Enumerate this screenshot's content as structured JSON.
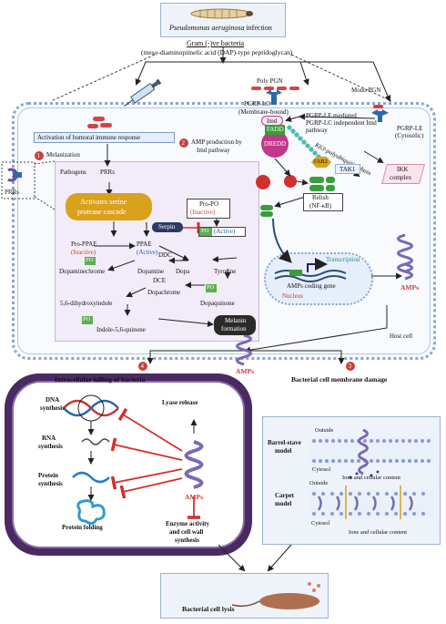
{
  "header": {
    "infection_pre": "Pseudomonas aeruginosa",
    "infection_post": " infection",
    "gram": "Gram (-)ve bacteria",
    "dap": "(meso-diaminopimelic acid (DAP)-type peptidoglycan)"
  },
  "top_labels": {
    "poly_pgn": "Poly PGN",
    "mono_pgn": "Mono PGN",
    "pgrp_lc": "PGRP-LC",
    "membrane_bound": "(Membrane-bound)",
    "imd": "Imd",
    "pgrp_le_mediated_1": "PGRP-LE mediated",
    "pgrp_le_mediated_2": "PGRP-LC independent Imd",
    "pgrp_le_mediated_3": "pathway",
    "pgrp_le": "PGRP-LE",
    "cytosolic": "(Cytosolic)",
    "fadd": "FADD",
    "dredd": "DREDD",
    "k63": "K63-polyubiquitin chain",
    "tab2": "TAB2",
    "tak1": "TAK1",
    "ikk_1": "IKK",
    "ikk_2": "complex",
    "relish_1": "Relish",
    "relish_2": "(NF-κB)",
    "humoral": "Activation of humoral immune response",
    "amp_production_1": "AMP production by",
    "amp_production_2": "Imd pathway",
    "prrs": "PRRs"
  },
  "steps": {
    "one": "1",
    "two": "2",
    "three": "3",
    "four": "4"
  },
  "melanization": {
    "title": "Melanization",
    "pathogens": "Pathogens",
    "prrs": "PRRs",
    "serine_1": "Activates serine",
    "serine_2": "protease cascade",
    "pro_po": "Pro-PO",
    "pro_po_state": "(Inactive)",
    "serpin": "Serpin",
    "pro_ppae": "Pro-PPAE",
    "pro_ppae_state": "(Inactive)",
    "ppae": "PPAE",
    "ppae_state": "(Active)",
    "po_active": "(Active)",
    "po": "PO",
    "ddc": "DDC",
    "dopaminechrome": "Dopaminechrome",
    "dopamine": "Dopamine",
    "dopa": "Dopa",
    "tyrosine": "Tyrosine",
    "dce": "DCE",
    "dopachrome": "Dopachrome",
    "dopaquinone": "Dopaquinone",
    "dhi": "5,6-dihydroxyindole",
    "iq": "Indole-5,6-quinone",
    "melanin_1": "Melanin",
    "melanin_2": "formation"
  },
  "nucleus": {
    "transcription": "Transcription",
    "coding": "AMPs coding gene",
    "label": "Nucleus",
    "amps": "AMPs",
    "host_cell": "Host cell"
  },
  "bottom": {
    "amps_center": "AMPs",
    "intracellular": "Intracellular killing of bacteria",
    "membrane_damage": "Bacterial cell membrane damage",
    "dna_1": "DNA",
    "dna_2": "synthesis",
    "rna_1": "RNA",
    "rna_2": "synthesis",
    "protein_1": "Protein",
    "protein_2": "synthesis",
    "folding": "Protein folding",
    "lyase": "Lyase release",
    "amps_inner": "AMPs",
    "enzyme_1": "Enzyme activity",
    "enzyme_2": "and cell wall",
    "enzyme_3": "synthesis",
    "barrel_1": "Barrel-stave",
    "barrel_2": "model",
    "outside": "Outside",
    "cytosol": "Cytosol",
    "ions": "Ions and cellular content",
    "carpet_1": "Carpet",
    "carpet_2": "model",
    "outside2": "Outside",
    "cytosol2": "Cytosol",
    "ions2": "Ions and cellular content",
    "lysis": "Bacterial cell lysis"
  },
  "colors": {
    "frame_bg": "#eef3fa",
    "frame_border": "#9bb2cf",
    "membrane": "#8aa6d0",
    "melan_bg": "#f2ecf8",
    "serine": "#d9a11c",
    "step_red": "#c9403a",
    "navy": "#2b3a67",
    "po_green": "#5fae52",
    "purple_dark": "#4b2a63",
    "amp_purple": "#7b69b3",
    "red_arrow": "#d23030"
  }
}
